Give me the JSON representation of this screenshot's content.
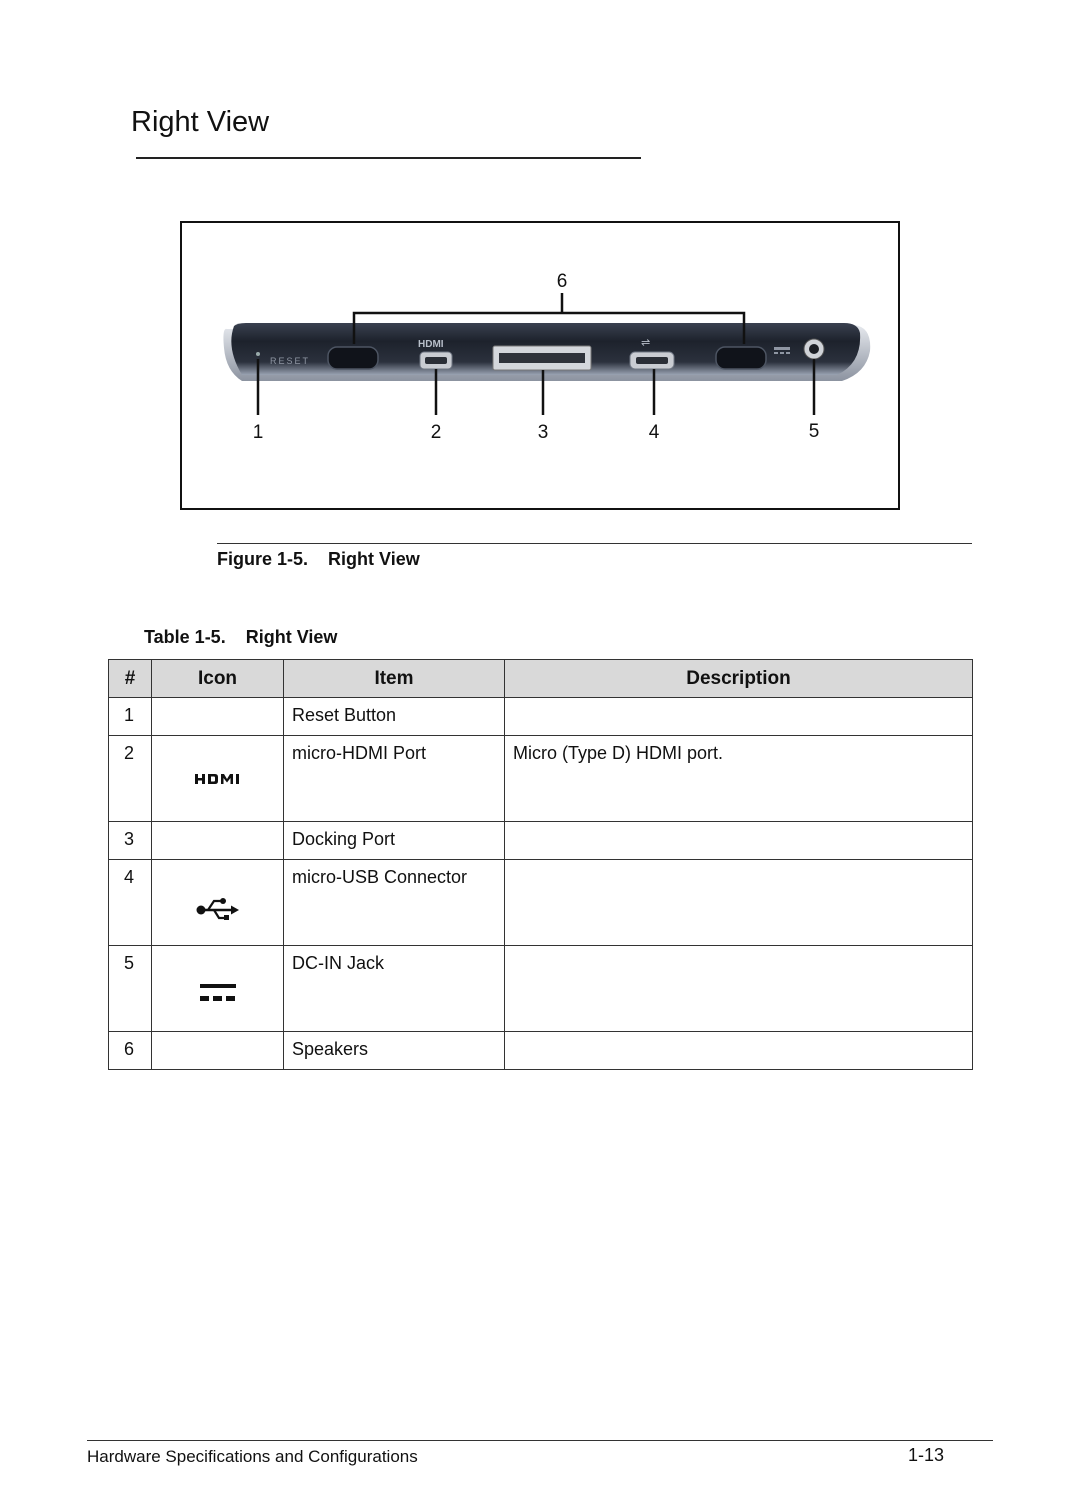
{
  "page": {
    "title": "Right View"
  },
  "figure": {
    "device_labels": {
      "reset": "RESET",
      "hdmi": "HDMI"
    },
    "callouts": [
      "1",
      "2",
      "3",
      "4",
      "5",
      "6"
    ],
    "caption_number": "Figure 1-5.",
    "caption_title": "Right View"
  },
  "table": {
    "caption_number": "Table 1-5.",
    "caption_title": "Right View",
    "headers": {
      "num": "#",
      "icon": "Icon",
      "item": "Item",
      "description": "Description"
    },
    "rows": [
      {
        "num": "1",
        "icon": "",
        "item": "Reset Button",
        "description": ""
      },
      {
        "num": "2",
        "icon": "hdmi-icon",
        "item": "micro-HDMI Port",
        "description": "Micro (Type D) HDMI port."
      },
      {
        "num": "3",
        "icon": "",
        "item": "Docking Port",
        "description": ""
      },
      {
        "num": "4",
        "icon": "usb-icon",
        "item": "micro-USB Connector",
        "description": ""
      },
      {
        "num": "5",
        "icon": "dc-in-icon",
        "item": "DC-IN Jack",
        "description": ""
      },
      {
        "num": "6",
        "icon": "",
        "item": "Speakers",
        "description": ""
      }
    ]
  },
  "footer": {
    "left": "Hardware Specifications and Configurations",
    "right": "1-13"
  }
}
